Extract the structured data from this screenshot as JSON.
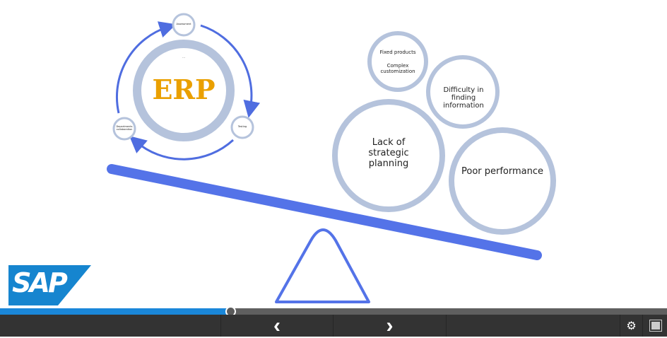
{
  "slide": {
    "erp_title": "ERP",
    "erp_inner_note": "...",
    "cycle_nodes": [
      "Assessment",
      "Testing",
      "Departments collaboration"
    ],
    "problems": {
      "top_small": [
        "Fixed products",
        "Complex customization"
      ],
      "finding": "Difficulty in finding information",
      "planning": "Lack of strategic planning",
      "performance": "Poor performance"
    },
    "logo": "SAP"
  },
  "player": {
    "progress_percent": 34.5,
    "prev_icon": "‹",
    "next_icon": "›",
    "settings_icon": "⚙",
    "fullscreen_icon": "⛶",
    "accent": "#1a87d9"
  }
}
